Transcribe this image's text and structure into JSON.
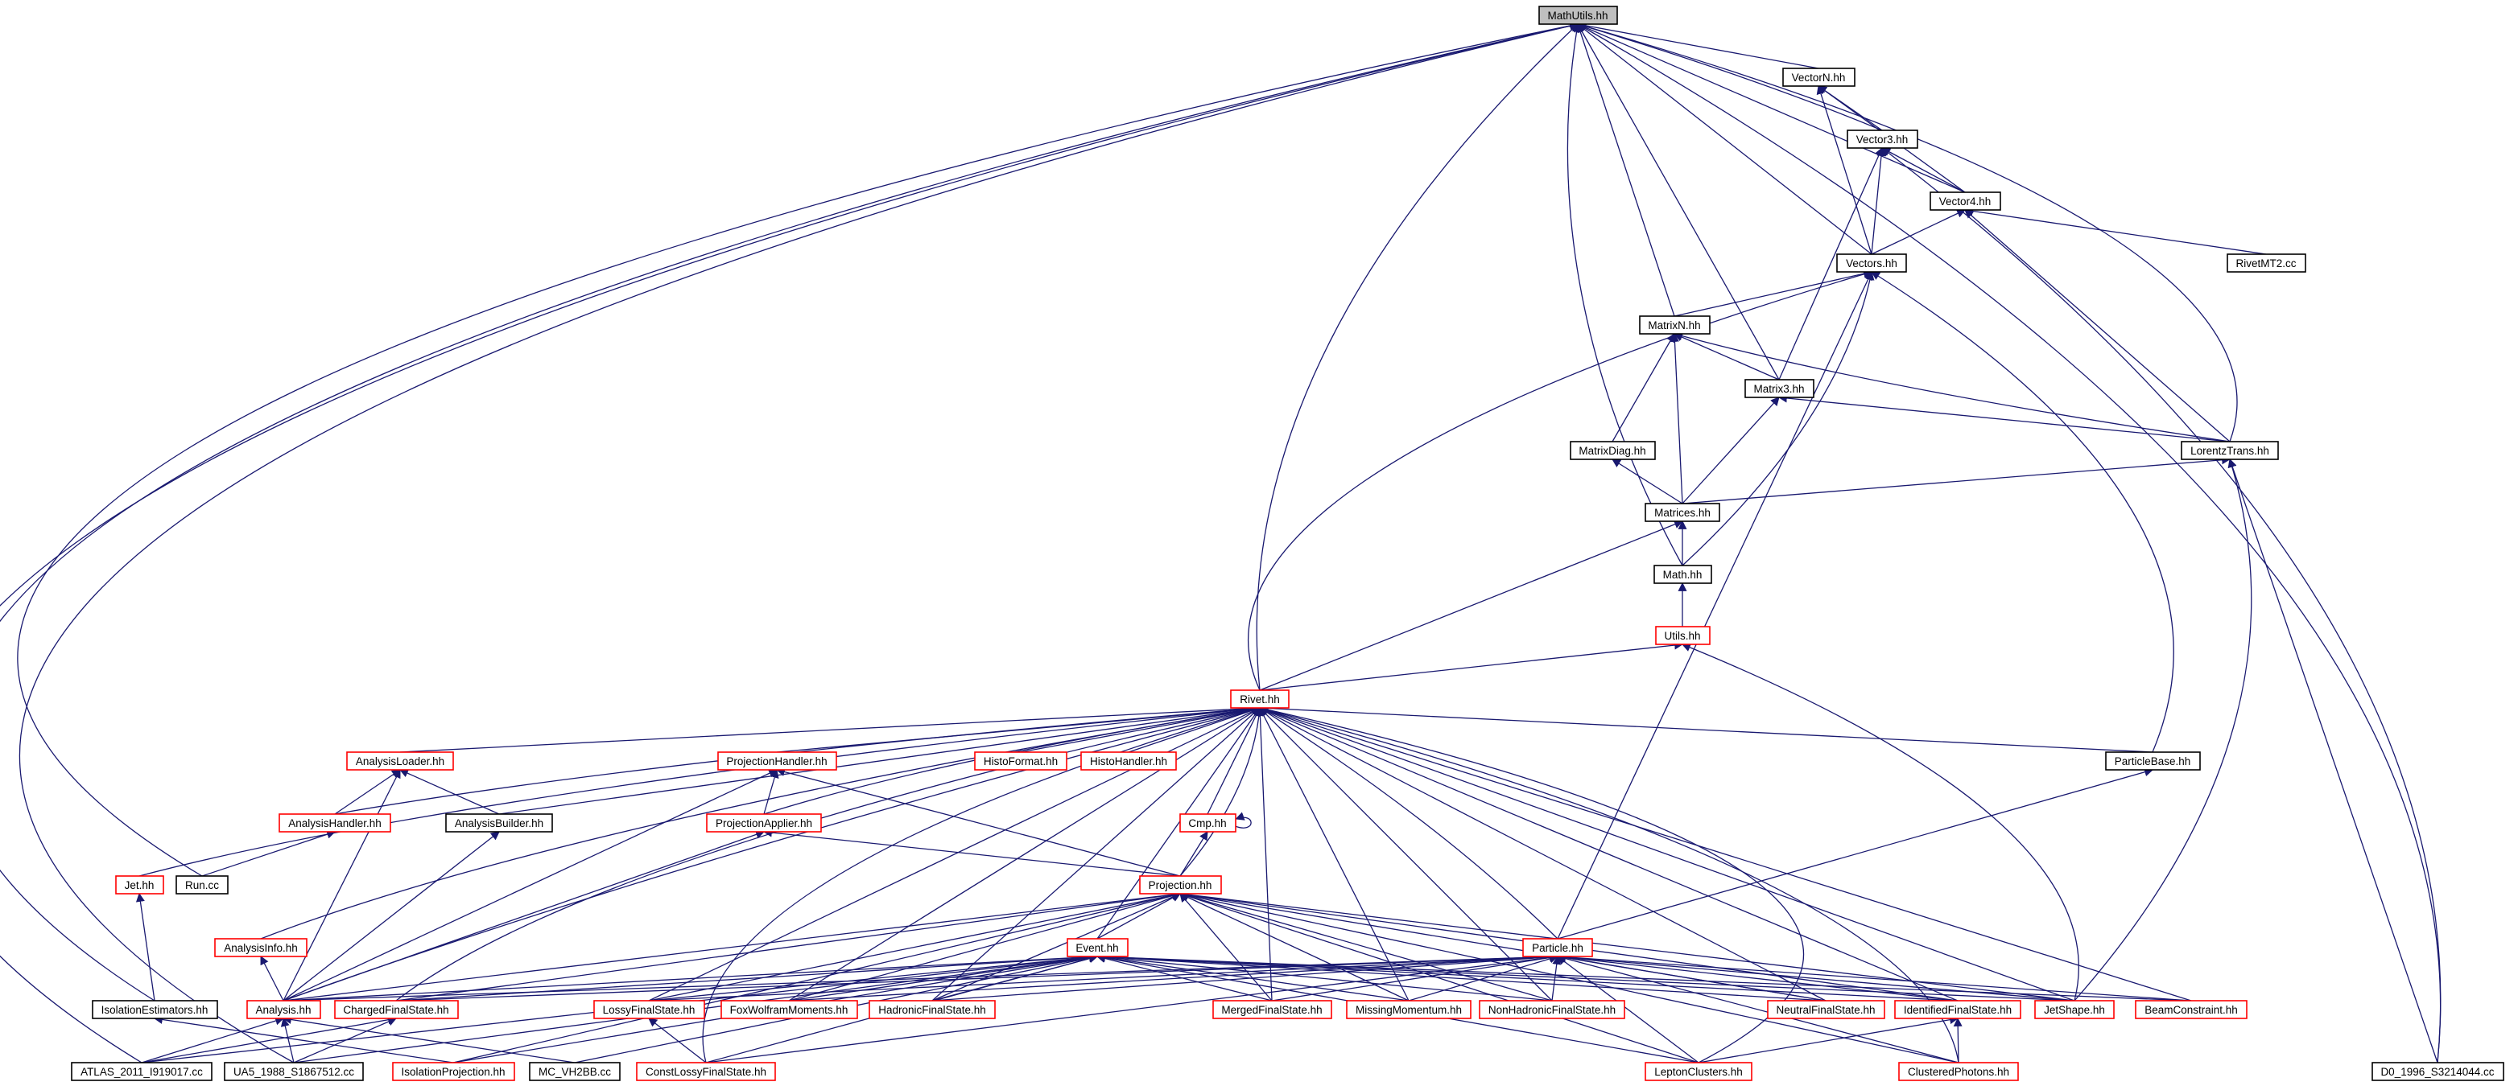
{
  "diagram": {
    "colors": {
      "edge": "#191970",
      "border_default": "#000000",
      "border_incomplete": "#ff0000",
      "root_fill": "#bfbfbf"
    },
    "nodes": [
      {
        "id": "mathutils",
        "label": "MathUtils.hh",
        "style": "root"
      },
      {
        "id": "vectorn",
        "label": "VectorN.hh",
        "style": "black"
      },
      {
        "id": "vector3",
        "label": "Vector3.hh",
        "style": "black"
      },
      {
        "id": "vector4",
        "label": "Vector4.hh",
        "style": "black"
      },
      {
        "id": "vectors",
        "label": "Vectors.hh",
        "style": "black"
      },
      {
        "id": "rivetmt2",
        "label": "RivetMT2.cc",
        "style": "black"
      },
      {
        "id": "matrixn",
        "label": "MatrixN.hh",
        "style": "black"
      },
      {
        "id": "matrix3",
        "label": "Matrix3.hh",
        "style": "black"
      },
      {
        "id": "matrixdiag",
        "label": "MatrixDiag.hh",
        "style": "black"
      },
      {
        "id": "lorentztrans",
        "label": "LorentzTrans.hh",
        "style": "black"
      },
      {
        "id": "matrices",
        "label": "Matrices.hh",
        "style": "black"
      },
      {
        "id": "math",
        "label": "Math.hh",
        "style": "black"
      },
      {
        "id": "utils",
        "label": "Utils.hh",
        "style": "red"
      },
      {
        "id": "rivet",
        "label": "Rivet.hh",
        "style": "red"
      },
      {
        "id": "analysisloader",
        "label": "AnalysisLoader.hh",
        "style": "red"
      },
      {
        "id": "projectionhandler",
        "label": "ProjectionHandler.hh",
        "style": "red"
      },
      {
        "id": "histoformat",
        "label": "HistoFormat.hh",
        "style": "red"
      },
      {
        "id": "histohandler",
        "label": "HistoHandler.hh",
        "style": "red"
      },
      {
        "id": "particlebase",
        "label": "ParticleBase.hh",
        "style": "black"
      },
      {
        "id": "analysishandler",
        "label": "AnalysisHandler.hh",
        "style": "red"
      },
      {
        "id": "analysisbuilder",
        "label": "AnalysisBuilder.hh",
        "style": "black"
      },
      {
        "id": "projectionapplier",
        "label": "ProjectionApplier.hh",
        "style": "red"
      },
      {
        "id": "cmp",
        "label": "Cmp.hh",
        "style": "red"
      },
      {
        "id": "jet",
        "label": "Jet.hh",
        "style": "red"
      },
      {
        "id": "run",
        "label": "Run.cc",
        "style": "black"
      },
      {
        "id": "projection",
        "label": "Projection.hh",
        "style": "red"
      },
      {
        "id": "analysisinfo",
        "label": "AnalysisInfo.hh",
        "style": "red"
      },
      {
        "id": "event",
        "label": "Event.hh",
        "style": "red"
      },
      {
        "id": "particle",
        "label": "Particle.hh",
        "style": "red"
      },
      {
        "id": "isolationestimators",
        "label": "IsolationEstimators.hh",
        "style": "black"
      },
      {
        "id": "analysis",
        "label": "Analysis.hh",
        "style": "red"
      },
      {
        "id": "chargedfinalstate",
        "label": "ChargedFinalState.hh",
        "style": "red"
      },
      {
        "id": "lossyfinalstate",
        "label": "LossyFinalState.hh",
        "style": "red"
      },
      {
        "id": "foxwolfram",
        "label": "FoxWolframMoments.hh",
        "style": "red"
      },
      {
        "id": "hadronicfinalstate",
        "label": "HadronicFinalState.hh",
        "style": "red"
      },
      {
        "id": "mergedfinalstate",
        "label": "MergedFinalState.hh",
        "style": "red"
      },
      {
        "id": "missingmomentum",
        "label": "MissingMomentum.hh",
        "style": "red"
      },
      {
        "id": "nonhadronicfinalstate",
        "label": "NonHadronicFinalState.hh",
        "style": "red"
      },
      {
        "id": "neutralfinalstate",
        "label": "NeutralFinalState.hh",
        "style": "red"
      },
      {
        "id": "identifiedfinalstate",
        "label": "IdentifiedFinalState.hh",
        "style": "red"
      },
      {
        "id": "jetshape",
        "label": "JetShape.hh",
        "style": "red"
      },
      {
        "id": "beamconstraint",
        "label": "BeamConstraint.hh",
        "style": "red"
      },
      {
        "id": "atlas",
        "label": "ATLAS_2011_I919017.cc",
        "style": "black"
      },
      {
        "id": "ua5",
        "label": "UA5_1988_S1867512.cc",
        "style": "black"
      },
      {
        "id": "isolationprojection",
        "label": "IsolationProjection.hh",
        "style": "red"
      },
      {
        "id": "mcvh2bb",
        "label": "MC_VH2BB.cc",
        "style": "black"
      },
      {
        "id": "constlossy",
        "label": "ConstLossyFinalState.hh",
        "style": "red"
      },
      {
        "id": "leptonclusters",
        "label": "LeptonClusters.hh",
        "style": "red"
      },
      {
        "id": "clusteredphotons",
        "label": "ClusteredPhotons.hh",
        "style": "red"
      },
      {
        "id": "d0",
        "label": "D0_1996_S3214044.cc",
        "style": "black"
      }
    ]
  }
}
